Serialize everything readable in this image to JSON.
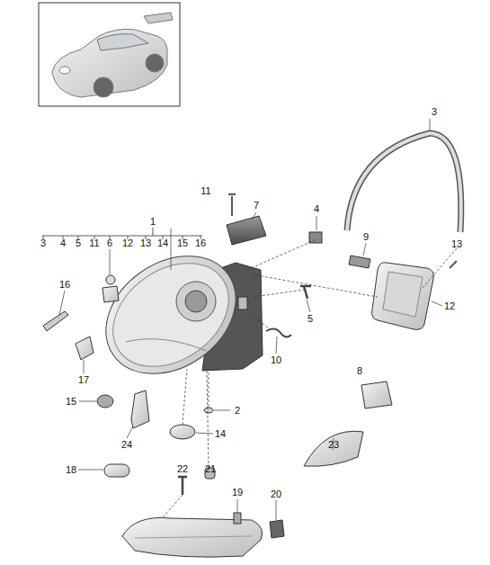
{
  "diagram": {
    "labels": [
      "3",
      "11",
      "7",
      "4",
      "1",
      "3",
      "4",
      "5",
      "11",
      "6",
      "12",
      "13",
      "14",
      "15",
      "16",
      "9",
      "13",
      "16",
      "12",
      "5",
      "10",
      "8",
      "17",
      "15",
      "2",
      "14",
      "24",
      "23",
      "18",
      "22",
      "21",
      "19",
      "20"
    ]
  }
}
